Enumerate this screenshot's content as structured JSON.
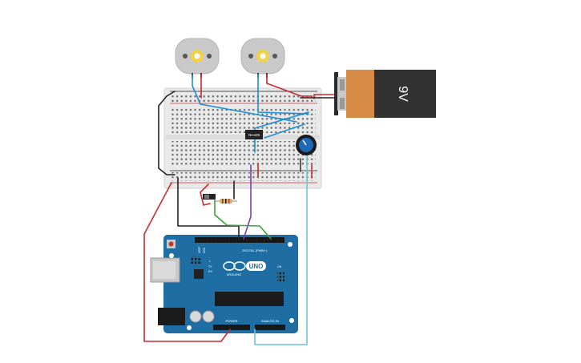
{
  "battery": {
    "label": "9V"
  },
  "motor_driver": {
    "label": "NH429"
  },
  "arduino": {
    "brand": "ARDUINO",
    "model": "UNO",
    "digital_header": "DIGITAL (PWM~)",
    "power_header": "POWER",
    "analog_header": "ANALOG IN",
    "tx_label": "TX",
    "rx_label": "RX",
    "l_label": "L",
    "on_label": "ON",
    "aref_label": "AREF",
    "gnd_label": "GND"
  },
  "icons": {
    "motor": "dc-motor-icon",
    "pot": "potentiometer-knob-icon",
    "switch": "slide-switch-icon",
    "resistor": "resistor-icon",
    "usb": "usb-port-icon",
    "reset": "reset-button-icon"
  },
  "colors": {
    "wire_red": "#d22a2a",
    "wire_black": "#222222",
    "wire_blue": "#1d8fd8",
    "wire_teal": "#6cc5cf",
    "wire_green": "#3aa53a",
    "wire_purple": "#7b3fb0",
    "arduino_blue": "#1f6ea3",
    "battery_orange": "#d68b47",
    "battery_dark": "#323232"
  }
}
